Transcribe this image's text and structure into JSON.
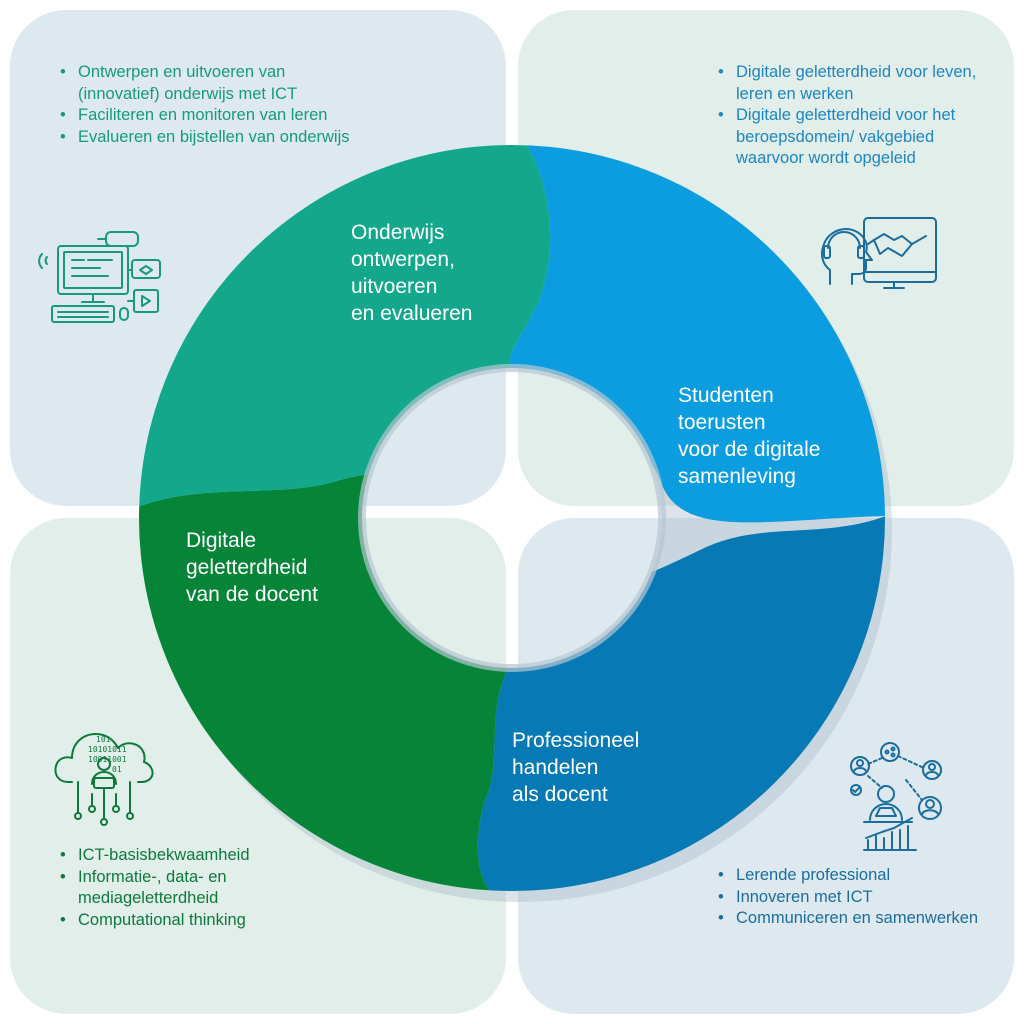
{
  "quadrants": {
    "top_left": {
      "color": "#13a88b",
      "label": "Onderwijs\nontwerpen,\nuitvoeren\nen evalueren",
      "icon": "computer-vr-learning-icon",
      "bullets": [
        "Ontwerpen en uitvoeren van (innovatief) onderwijs met ICT",
        "Faciliteren en monitoren van leren",
        "Evalueren en bijstellen van onderwijs"
      ]
    },
    "top_right": {
      "color": "#0b9de0",
      "label": "Studenten\ntoerusten\nvoor de digitale\nsamenleving",
      "icon": "head-handshake-screen-icon",
      "bullets": [
        "Digitale geletterdheid voor leven, leren en werken",
        "Digitale geletterdheid voor het beroepsdomein/ vakgebied waarvoor wordt opgeleid"
      ]
    },
    "bottom_left": {
      "color": "#068539",
      "label": "Digitale\ngeletterdheid\nvan de docent",
      "icon": "cloud-binary-person-icon",
      "bullets": [
        "ICT-basisbekwaamheid",
        "Informatie-, data- en mediageletterdheid",
        "Computational thinking"
      ]
    },
    "bottom_right": {
      "color": "#0779b5",
      "label": "Professioneel\nhandelen\nals docent",
      "icon": "network-people-chart-icon",
      "bullets": [
        "Lerende professional",
        "Innoveren met ICT",
        "Communiceren en samenwerken"
      ]
    }
  }
}
